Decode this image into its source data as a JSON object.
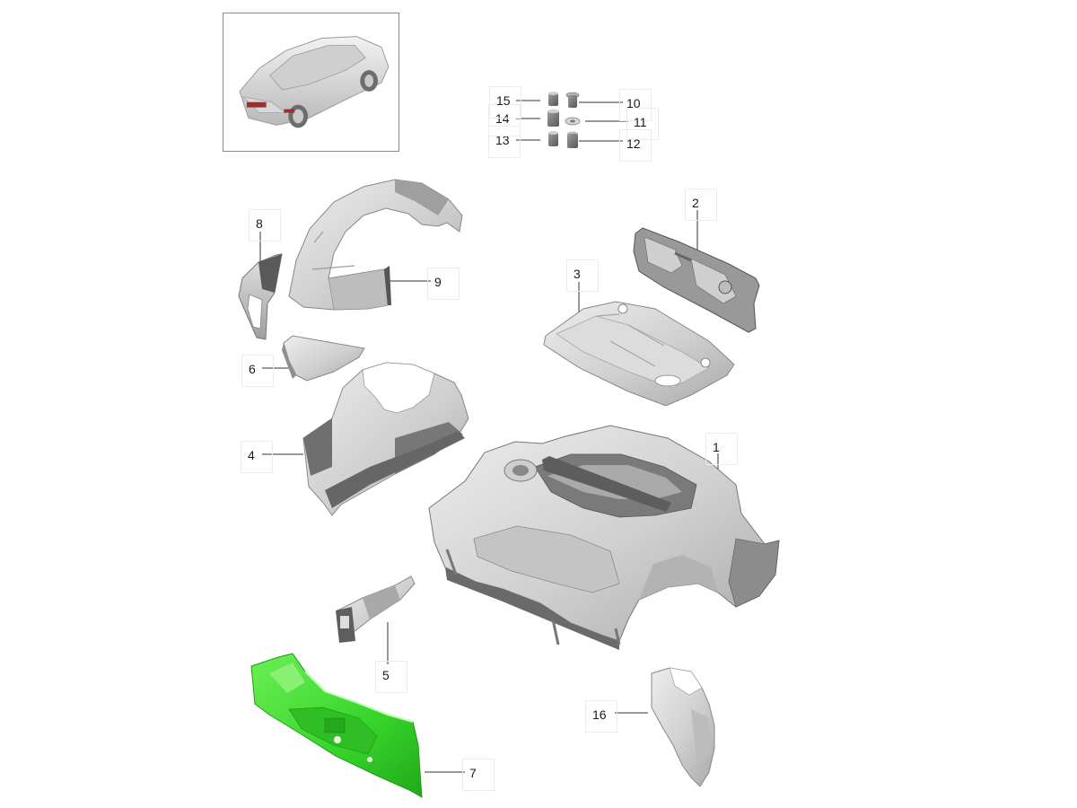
{
  "diagram": {
    "vehicle_thumbnail": {
      "icon": "car-thumbnail-icon"
    },
    "highlight_color": "#39d62a",
    "callouts": [
      {
        "id": "1",
        "label": "1"
      },
      {
        "id": "2",
        "label": "2"
      },
      {
        "id": "3",
        "label": "3"
      },
      {
        "id": "4",
        "label": "4"
      },
      {
        "id": "5",
        "label": "5"
      },
      {
        "id": "6",
        "label": "6"
      },
      {
        "id": "7",
        "label": "7",
        "highlighted": true
      },
      {
        "id": "8",
        "label": "8"
      },
      {
        "id": "9",
        "label": "9"
      },
      {
        "id": "10",
        "label": "10"
      },
      {
        "id": "11",
        "label": "11"
      },
      {
        "id": "12",
        "label": "12"
      },
      {
        "id": "13",
        "label": "13"
      },
      {
        "id": "14",
        "label": "14"
      },
      {
        "id": "15",
        "label": "15"
      },
      {
        "id": "16",
        "label": "16"
      }
    ]
  }
}
